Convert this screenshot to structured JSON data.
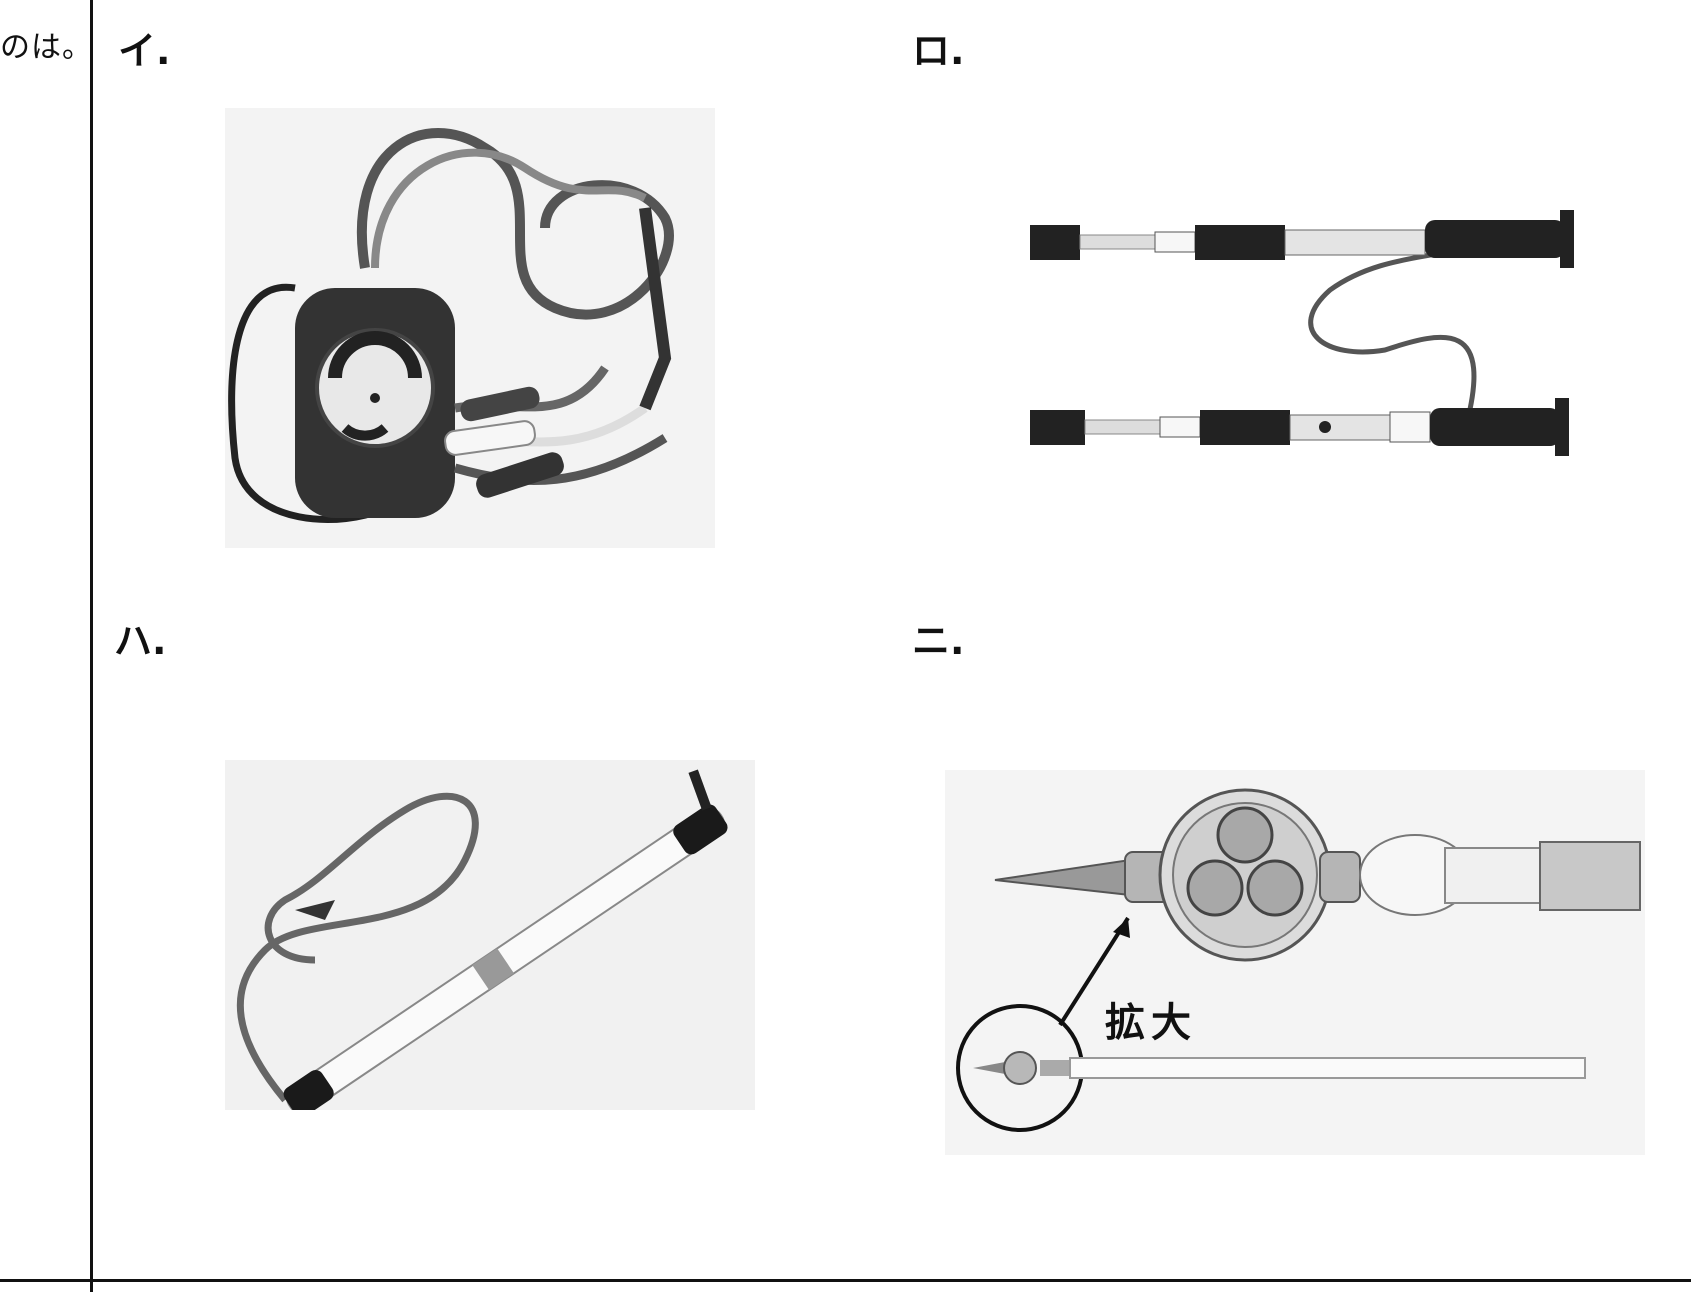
{
  "question": {
    "tail_text": "のは。"
  },
  "options": [
    {
      "key": "i",
      "label": "イ.",
      "image_desc": "tester-icon"
    },
    {
      "key": "ro",
      "label": "ロ.",
      "image_desc": "detector-icon"
    },
    {
      "key": "ha",
      "label": "ハ.",
      "image_desc": "rod-icon"
    },
    {
      "key": "ni",
      "label": "ニ.",
      "image_desc": "probe-icon"
    }
  ],
  "annotation": {
    "zoom_label": "拡大"
  }
}
